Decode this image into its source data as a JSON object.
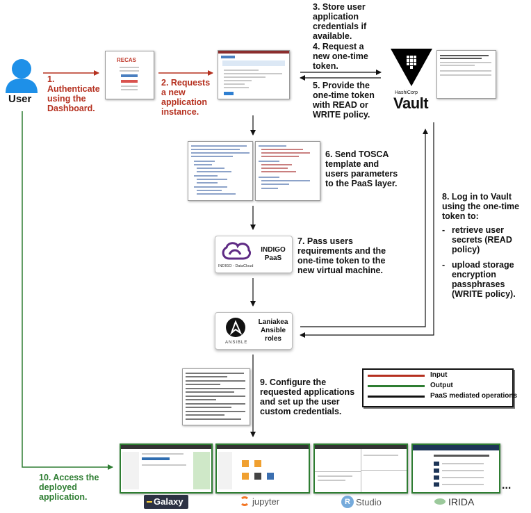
{
  "user": {
    "label": "User"
  },
  "steps": {
    "s1": "1.\nAuthenticate\nusing the\nDashboard.",
    "s2": "2. Requests\na new\napplication\ninstance.",
    "s3": "3. Store user\napplication\ncredentials if\navailable.",
    "s4": "4. Request a\nnew one-time\ntoken.",
    "s5": "5. Provide the\none-time token\nwith READ or\nWRITE policy.",
    "s6": "6. Send TOSCA\ntemplate and\nusers parameters\nto the PaaS layer.",
    "s7": "7. Pass users\nrequirements and the\none-time token to the\nnew virtual machine.",
    "s8_title": "8. Log in to Vault\nusing the one-time\ntoken to:",
    "s8_items": [
      "retrieve user\nsecrets (READ\npolicy)",
      "upload storage\nencryption\npassphrases\n(WRITE policy)."
    ],
    "s9": "9. Configure the\nrequested applications\nand set up the user\ncustom credentials.",
    "s10": "10. Access the\ndeployed\napplication."
  },
  "vault": {
    "vendor": "HashiCorp",
    "name": "Vault"
  },
  "indigo": {
    "name": "INDIGO\nPaaS",
    "logo_text": "INDIGO - DataCloud"
  },
  "laniakea": {
    "name": "Laniakea\nAnsible\nroles",
    "logo_text": "ANSIBLE"
  },
  "dashboard": {
    "logo_text": "RECAS"
  },
  "legend": {
    "items": [
      {
        "label": "Input",
        "color": "#b5301f"
      },
      {
        "label": "Output",
        "color": "#2e7d32"
      },
      {
        "label": "PaaS mediated operations",
        "color": "#111111"
      }
    ]
  },
  "apps": [
    {
      "label": "Galaxy"
    },
    {
      "label": "jupyter"
    },
    {
      "label": "Studio",
      "badge": "R"
    },
    {
      "label": "IRIDA"
    }
  ],
  "more": "...",
  "colors": {
    "input": "#b5301f",
    "output": "#2e7d32",
    "paas": "#111111"
  }
}
